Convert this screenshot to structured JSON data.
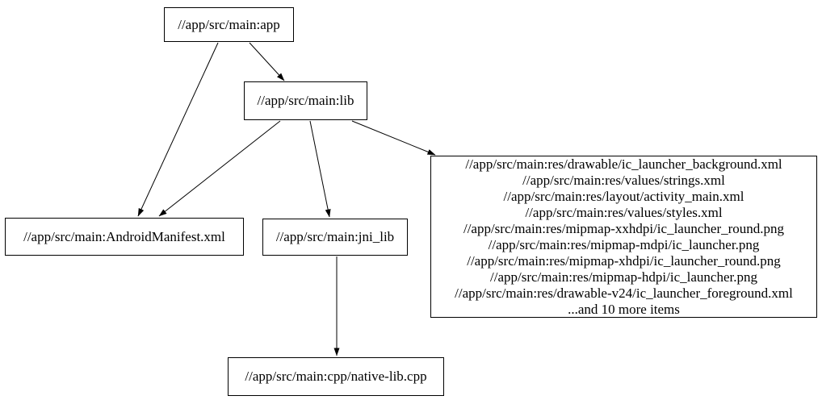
{
  "diagram": {
    "kind": "dependency-graph",
    "background_color": "#ffffff",
    "node_border_color": "#000000",
    "node_fill_color": "#ffffff",
    "text_color": "#000000",
    "edge_color": "#000000",
    "nodes": {
      "app": {
        "label": "//app/src/main:app"
      },
      "lib": {
        "label": "//app/src/main:lib"
      },
      "manifest": {
        "label": "//app/src/main:AndroidManifest.xml"
      },
      "jni_lib": {
        "label": "//app/src/main:jni_lib"
      },
      "resources": {
        "lines": [
          "//app/src/main:res/drawable/ic_launcher_background.xml",
          "//app/src/main:res/values/strings.xml",
          "//app/src/main:res/layout/activity_main.xml",
          "//app/src/main:res/values/styles.xml",
          "//app/src/main:res/mipmap-xxhdpi/ic_launcher_round.png",
          "//app/src/main:res/mipmap-mdpi/ic_launcher.png",
          "//app/src/main:res/mipmap-xhdpi/ic_launcher_round.png",
          "//app/src/main:res/mipmap-hdpi/ic_launcher.png",
          "//app/src/main:res/drawable-v24/ic_launcher_foreground.xml",
          "...and 10 more items"
        ]
      },
      "native_cpp": {
        "label": "//app/src/main:cpp/native-lib.cpp"
      }
    },
    "edges": [
      {
        "from": "app",
        "to": "lib"
      },
      {
        "from": "app",
        "to": "manifest"
      },
      {
        "from": "lib",
        "to": "manifest"
      },
      {
        "from": "lib",
        "to": "jni_lib"
      },
      {
        "from": "lib",
        "to": "resources"
      },
      {
        "from": "jni_lib",
        "to": "native_cpp"
      }
    ]
  }
}
